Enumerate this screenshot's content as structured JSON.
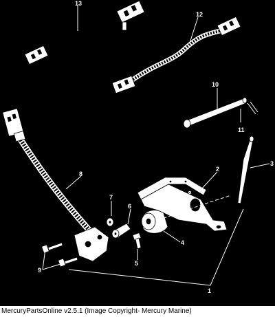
{
  "diagram": {
    "callouts": [
      "1",
      "2",
      "3",
      "4",
      "5",
      "6",
      "7",
      "8",
      "9",
      "10",
      "11",
      "12",
      "13"
    ]
  },
  "footer": {
    "text": "MercuryPartsOnline v2.5.1 (Image Copyright- Mercury Marine)"
  },
  "colors": {
    "background": "#000000",
    "line": "#ffffff",
    "footer_bg": "#ffffff",
    "footer_text": "#000000"
  }
}
